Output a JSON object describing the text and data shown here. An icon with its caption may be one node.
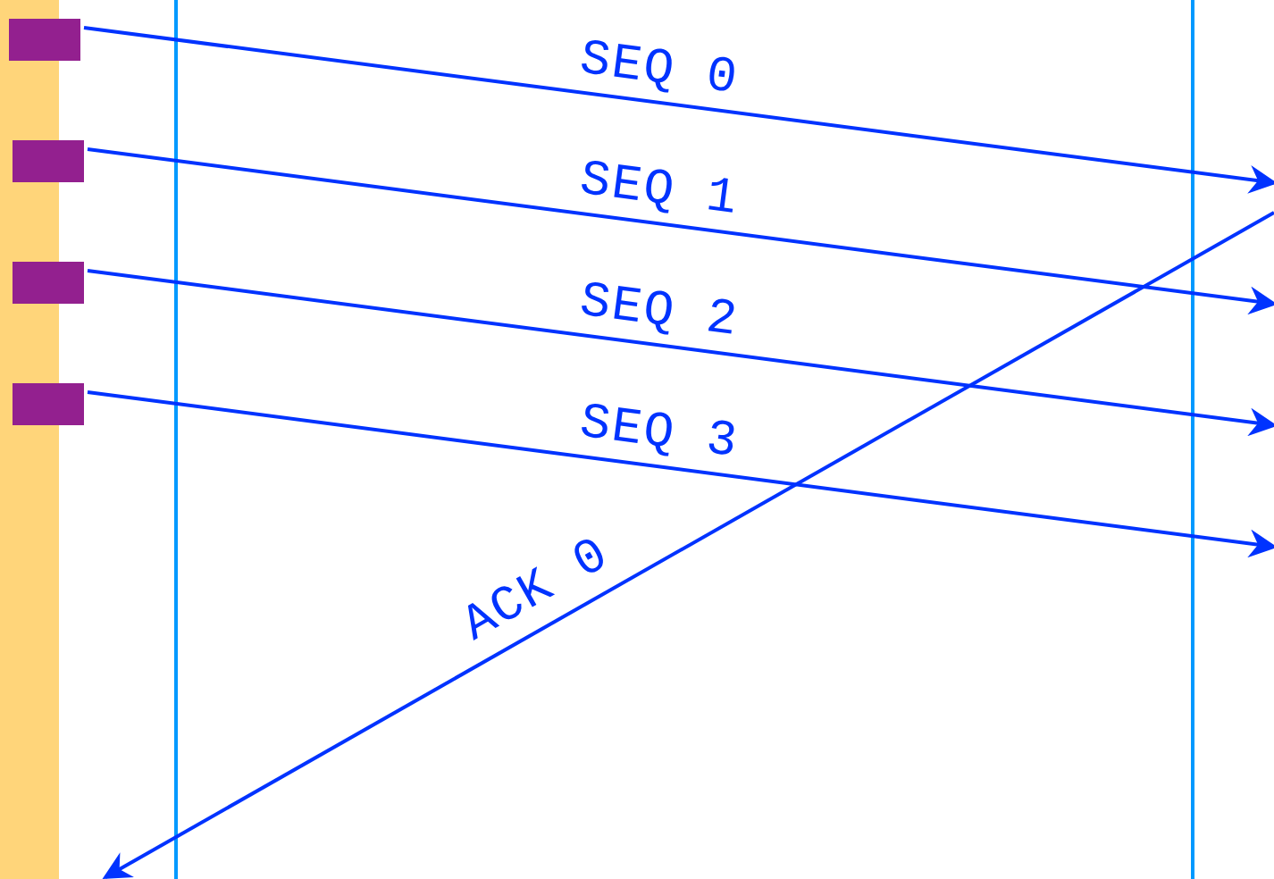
{
  "diagram": {
    "nodes": [
      {
        "text": [],
        "shape": "bar"
      },
      {
        "text": [],
        "shape": "box"
      },
      {
        "text": [],
        "shape": "box"
      },
      {
        "text": [],
        "shape": "box"
      },
      {
        "text": [],
        "shape": "box"
      }
    ],
    "edges": [
      {
        "from": 1,
        "to": null,
        "arrow": "to",
        "label": "SEQ 0"
      },
      {
        "from": 2,
        "to": null,
        "arrow": "to",
        "label": "SEQ 1"
      },
      {
        "from": 3,
        "to": null,
        "arrow": "to",
        "label": "SEQ 2"
      },
      {
        "from": 4,
        "to": null,
        "arrow": "to",
        "label": "SEQ 3"
      }
    ],
    "labels": [
      "ACK 0"
    ]
  }
}
